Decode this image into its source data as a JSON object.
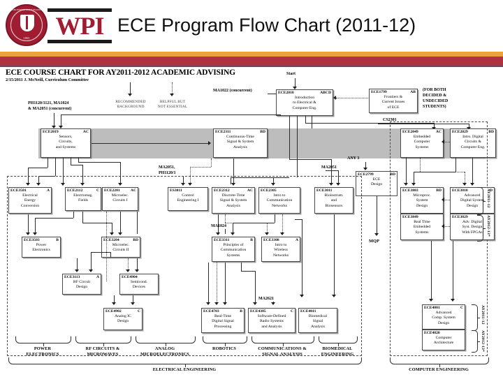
{
  "header": {
    "title": "ECE Program Flow Chart (2011-12)",
    "logo_word": "WPI",
    "seal_top_text": "WORCESTER POLYTECHNIC",
    "seal_year": "1865",
    "gold_color": "#e8a33d",
    "crimson_color": "#b0313f",
    "brand_red": "#a01c30"
  },
  "chart": {
    "title": "ECE COURSE CHART FOR AY2011-2012 ACADEMIC ADVISING",
    "subtitle": "2/15/2011  J. McNeill, Curriculum Committee",
    "legend": {
      "recommended": "RECOMMENDED\nBACKGROUND",
      "recommended_l1": "RECOMMENDED",
      "recommended_l2": "BACKGROUND",
      "helpful_l1": "HELPFUL BUT",
      "helpful_l2": "NOT ESSENTIAL"
    },
    "annotations": {
      "start": "Start",
      "prereq_left_l1": "PH1120/1121, MA1024",
      "prereq_left_l2": "& MA2051 (concurrent)",
      "ma1022": "MA1022 (concurrent)",
      "for_both_l1": "(FOR BOTH",
      "for_both_l2": "DECIDED &",
      "for_both_l3": "UNDECIDED",
      "for_both_l4": "STUDENTS)",
      "cs2301": "CS2301",
      "ma2051_ph1120": "MA2051,",
      "ma2051_ph1120b": "PH1120/1",
      "ma2051": "MA2051",
      "ma1024": "MA1024",
      "ma2621": "MA2621",
      "any3": "ANY 3",
      "mqp": "MQP"
    },
    "courses": [
      {
        "id": "ece2010",
        "code": "ECE2010",
        "terms": "ABCD",
        "name_lines": [
          "Introduction",
          "to Electrical &",
          "Computer Eng."
        ]
      },
      {
        "id": "ece1799",
        "code": "ECE1799",
        "terms": "AB",
        "name_lines": [
          "Frontiers &",
          "Current Issues",
          "of ECE"
        ]
      },
      {
        "id": "ece2019",
        "code": "ECE2019",
        "terms": "AC",
        "name_lines": [
          "Sensors,",
          "Circuits,",
          "and Systems"
        ]
      },
      {
        "id": "ece2311",
        "code": "ECE2311",
        "terms": "BD",
        "name_lines": [
          "Continuous-Time",
          "Signal & System",
          "Analysis"
        ]
      },
      {
        "id": "ece2049",
        "code": "ECE2049",
        "terms": "AC",
        "name_lines": [
          "Embedded",
          "Computer",
          "Systems"
        ]
      },
      {
        "id": "ece2029",
        "code": "ECE2029",
        "terms": "BD",
        "name_lines": [
          "Intro. Digital",
          "Circuits &",
          "Computer Eng."
        ]
      },
      {
        "id": "ece2799",
        "code": "ECE2799",
        "terms": "BD",
        "name_lines": [
          "ECE",
          "Design"
        ]
      },
      {
        "id": "ece3501",
        "code": "ECE3501",
        "terms": "A",
        "name_lines": [
          "Electrical",
          "Energy",
          "Conversion"
        ]
      },
      {
        "id": "ece2112",
        "code": "ECE2112",
        "terms": "C",
        "name_lines": [
          "Electromag.",
          "Fields"
        ]
      },
      {
        "id": "ece2201",
        "code": "ECE2201",
        "terms": "AC",
        "name_lines": [
          "Microelec.",
          "Circuits I"
        ]
      },
      {
        "id": "es3011",
        "code": "ES3011",
        "terms": "",
        "name_lines": [
          "Control",
          "Engineering I"
        ]
      },
      {
        "id": "ece2312",
        "code": "ECE2312",
        "terms": "AC",
        "name_lines": [
          "Discrete-Time",
          "Signal & System",
          "Analysis"
        ]
      },
      {
        "id": "ece2305",
        "code": "ECE2305",
        "terms": "",
        "name_lines": [
          "Intro to",
          "Communication",
          "Networks"
        ]
      },
      {
        "id": "ece3011",
        "code": "ECE3011",
        "terms": "",
        "name_lines": [
          "Bioinstrum.",
          "and",
          "Biosensors"
        ]
      },
      {
        "id": "ece3803",
        "code": "ECE3803",
        "terms": "BD",
        "name_lines": [
          "Microproc.",
          "System",
          "Design"
        ]
      },
      {
        "id": "ece3810",
        "code": "ECE3810",
        "terms": "D",
        "name_lines": [
          "Advanced",
          "Digital System",
          "Design"
        ]
      },
      {
        "id": "ece3849",
        "code": "ECE3849",
        "terms": "",
        "name_lines": [
          "Real Time",
          "Embedded",
          "Systems"
        ]
      },
      {
        "id": "ece3829",
        "code": "ECE3829",
        "terms": "",
        "name_lines": [
          "Adv. Digital",
          "Syst. Design",
          "With FPGAs"
        ]
      },
      {
        "id": "ece3503",
        "code": "ECE3503",
        "terms": "B",
        "name_lines": [
          "Power",
          "Electronics"
        ]
      },
      {
        "id": "ece3204",
        "code": "ECE3204",
        "terms": "BD",
        "name_lines": [
          "Microelec.",
          "Circuits II"
        ]
      },
      {
        "id": "ece3311",
        "code": "ECE3311",
        "terms": "B",
        "name_lines": [
          "Principles of",
          "Communication",
          "Systems"
        ]
      },
      {
        "id": "ece3308",
        "code": "ECE3308",
        "terms": "A",
        "name_lines": [
          "Intro to",
          "Wireless",
          "Networks"
        ]
      },
      {
        "id": "ece3113",
        "code": "ECE3113",
        "terms": "A",
        "name_lines": [
          "RF Circuit",
          "Design"
        ]
      },
      {
        "id": "ece4904",
        "code": "ECE4904",
        "terms": "",
        "name_lines": [
          "Semicond.",
          "Devices"
        ]
      },
      {
        "id": "ece4902",
        "code": "ECE4902",
        "terms": "C",
        "name_lines": [
          "Analog IC",
          "Design"
        ]
      },
      {
        "id": "ece4703",
        "code": "ECE4703",
        "terms": "B",
        "name_lines": [
          "Real-Time",
          "Digital Signal",
          "Processing"
        ]
      },
      {
        "id": "ece4305",
        "code": "ECE4305",
        "terms": "C",
        "name_lines": [
          "Software-Defined",
          "Radio Systems",
          "and Analysis"
        ]
      },
      {
        "id": "ece4011",
        "code": "ECE4011",
        "terms": "",
        "name_lines": [
          "Biomedical",
          "Signal",
          "Analysis"
        ]
      },
      {
        "id": "ece4801",
        "code": "ECE4801",
        "terms": "C",
        "name_lines": [
          "Advanced",
          "Comp. System",
          "Design"
        ]
      },
      {
        "id": "ece4820",
        "code": "ECE4820",
        "terms": "",
        "name_lines": [
          "Computer",
          "Architecture"
        ]
      }
    ],
    "tracks": [
      {
        "id": "power",
        "lines": [
          "POWER",
          "ELECTRONICS"
        ]
      },
      {
        "id": "rf",
        "lines": [
          "RF CIRCUITS &",
          "MICROWAVES"
        ]
      },
      {
        "id": "analog",
        "lines": [
          "ANALOG",
          "MICROELECTRONICS"
        ]
      },
      {
        "id": "robotics",
        "lines": [
          "ROBOTICS",
          ""
        ]
      },
      {
        "id": "comms",
        "lines": [
          "COMMUNICATIONS &",
          "SIGNAL ANALYSIS"
        ]
      },
      {
        "id": "biomed",
        "lines": [
          "BIOMEDICAL",
          "ENGINEERING"
        ]
      }
    ],
    "programs": [
      {
        "id": "ee",
        "label": "ELECTRICAL ENGINEERING"
      },
      {
        "id": "ce",
        "label": "COMPUTER ENGINEERING"
      }
    ],
    "year_labels": [
      {
        "id": "ay1",
        "text": "AY2011-12"
      },
      {
        "id": "ay2",
        "text": "AY2012-13*"
      },
      {
        "id": "ay3",
        "text": "AY2011-12"
      },
      {
        "id": "ay4",
        "text": "AY2012-13*"
      }
    ]
  }
}
